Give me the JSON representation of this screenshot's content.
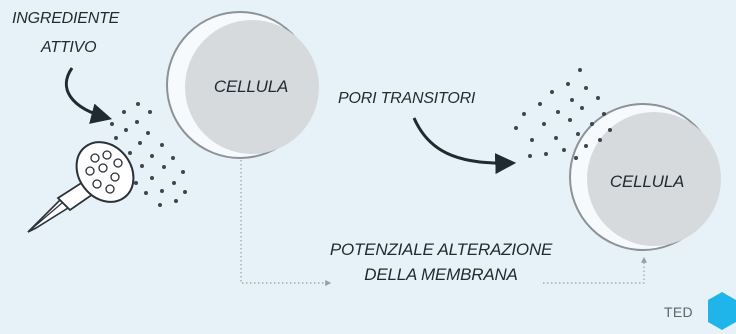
{
  "labels": {
    "ingredient_line1": "INGREDIENTE",
    "ingredient_line2": "ATTIVO",
    "cell_left": "CELLULA",
    "pores": "PORI TRANSITORI",
    "cell_right": "CELLULA",
    "potential_line1": "POTENZIALE ALTERAZIONE",
    "potential_line2": "DELLA MEMBRANA",
    "brand": "TED"
  },
  "colors": {
    "background": "#e7f2f8",
    "cell_fill": "#d6dadd",
    "cell_ring": "#8c9296",
    "dots": "#3d464d",
    "arrow": "#1f2a33",
    "dotted_path": "#8fa3ad",
    "brand_hex": "#1fb5ea"
  },
  "icons": {
    "device": "electroporation-nozzle-icon",
    "logo": "hexagon-logo-icon"
  }
}
